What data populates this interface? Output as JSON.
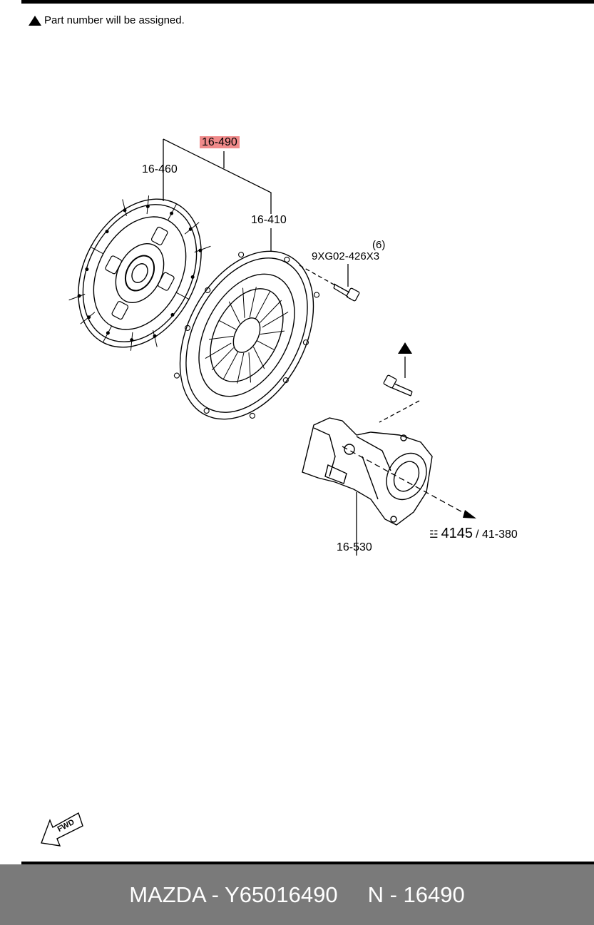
{
  "note": {
    "text": "Part number will be assigned."
  },
  "callouts": {
    "assembly": "16-490",
    "disc": "16-460",
    "cover": "16-410",
    "bolt_qty": "(6)",
    "bolt": "9XG02-426X3",
    "release": "16-530"
  },
  "reference": {
    "main": "4145",
    "sub": "/ 41-380"
  },
  "fwd_label": "FWD",
  "footer": {
    "brand_part": "MAZDA - Y65016490",
    "ref": "N - 16490"
  },
  "colors": {
    "highlight": "#f08a8a",
    "footer_bg": "#7a7a7a"
  }
}
